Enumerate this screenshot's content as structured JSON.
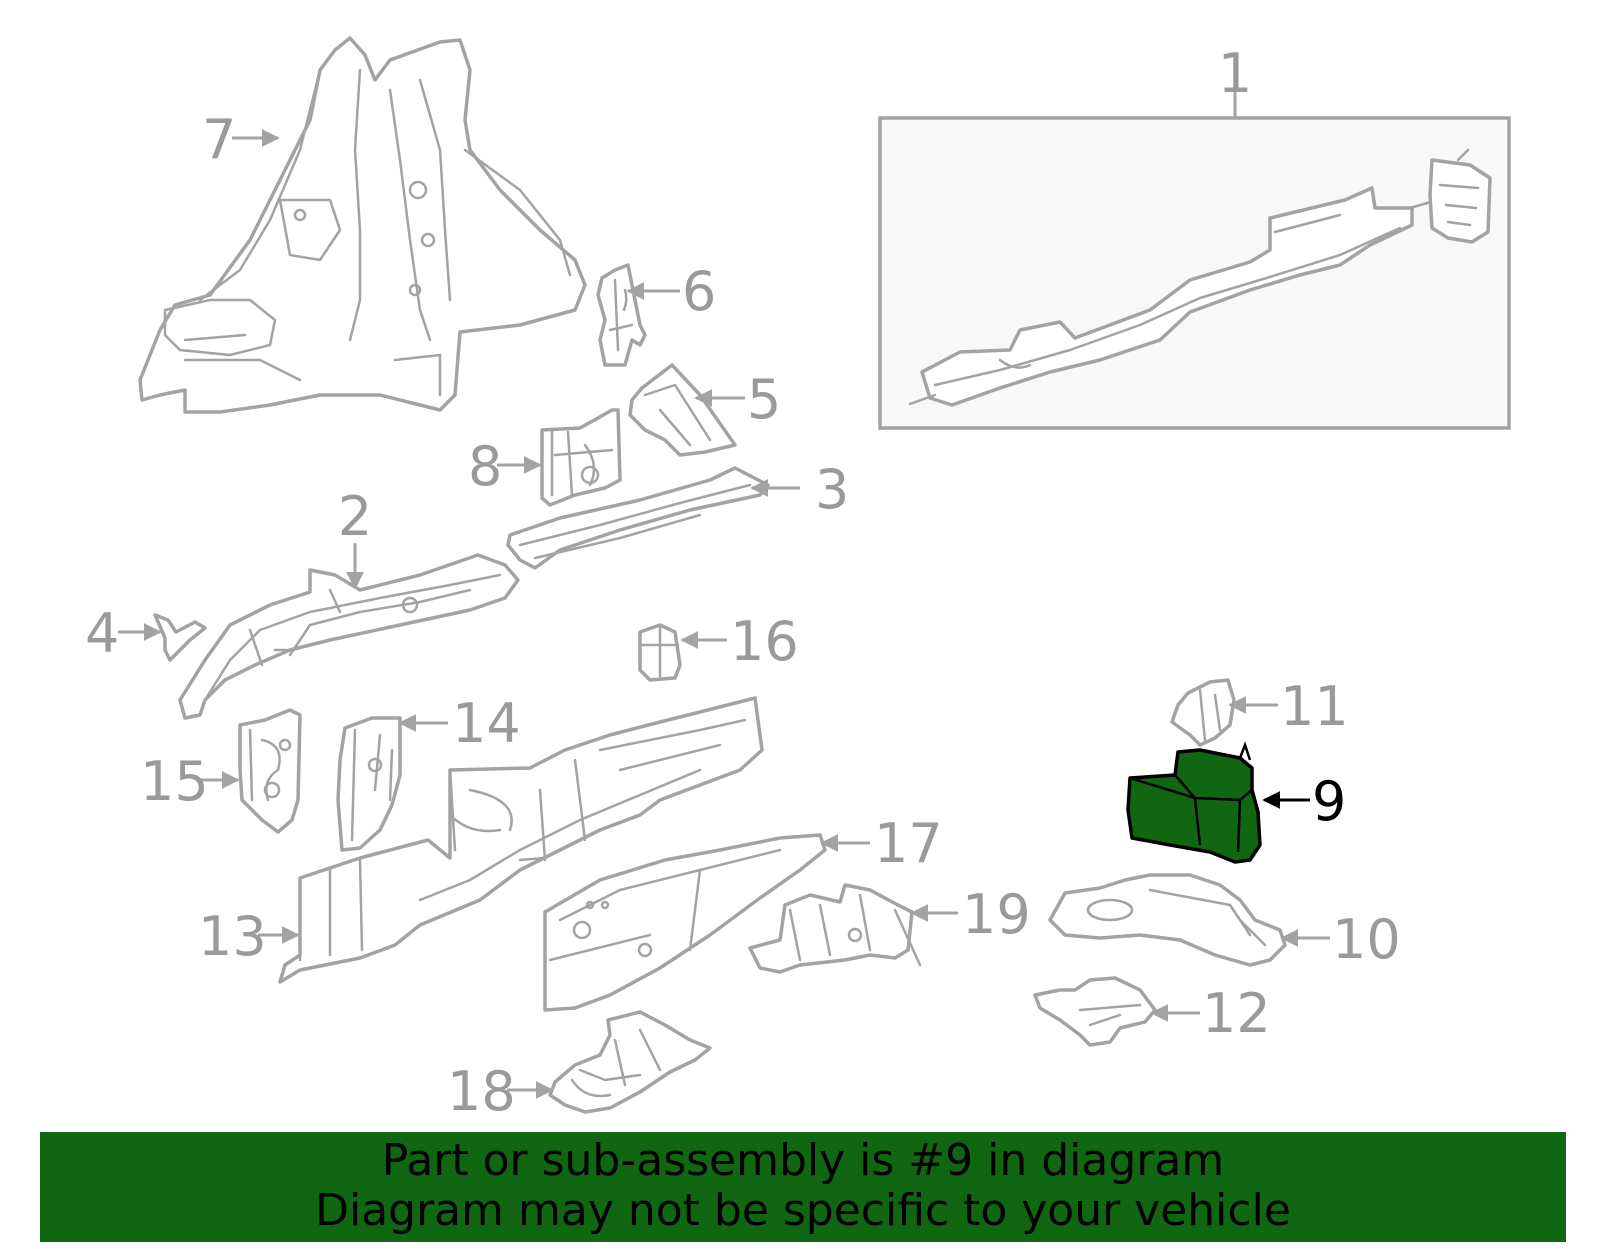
{
  "diagram": {
    "highlighted_part": "9",
    "highlight_color": "#116611",
    "line_color": "#a3a3a3",
    "callouts": [
      "1",
      "2",
      "3",
      "4",
      "5",
      "6",
      "7",
      "8",
      "9",
      "10",
      "11",
      "12",
      "13",
      "14",
      "15",
      "16",
      "17",
      "18",
      "19"
    ]
  },
  "banner": {
    "line1": "Part or sub-assembly is #9 in diagram",
    "line2": "Diagram may not be specific to your vehicle",
    "background": "#116611"
  }
}
